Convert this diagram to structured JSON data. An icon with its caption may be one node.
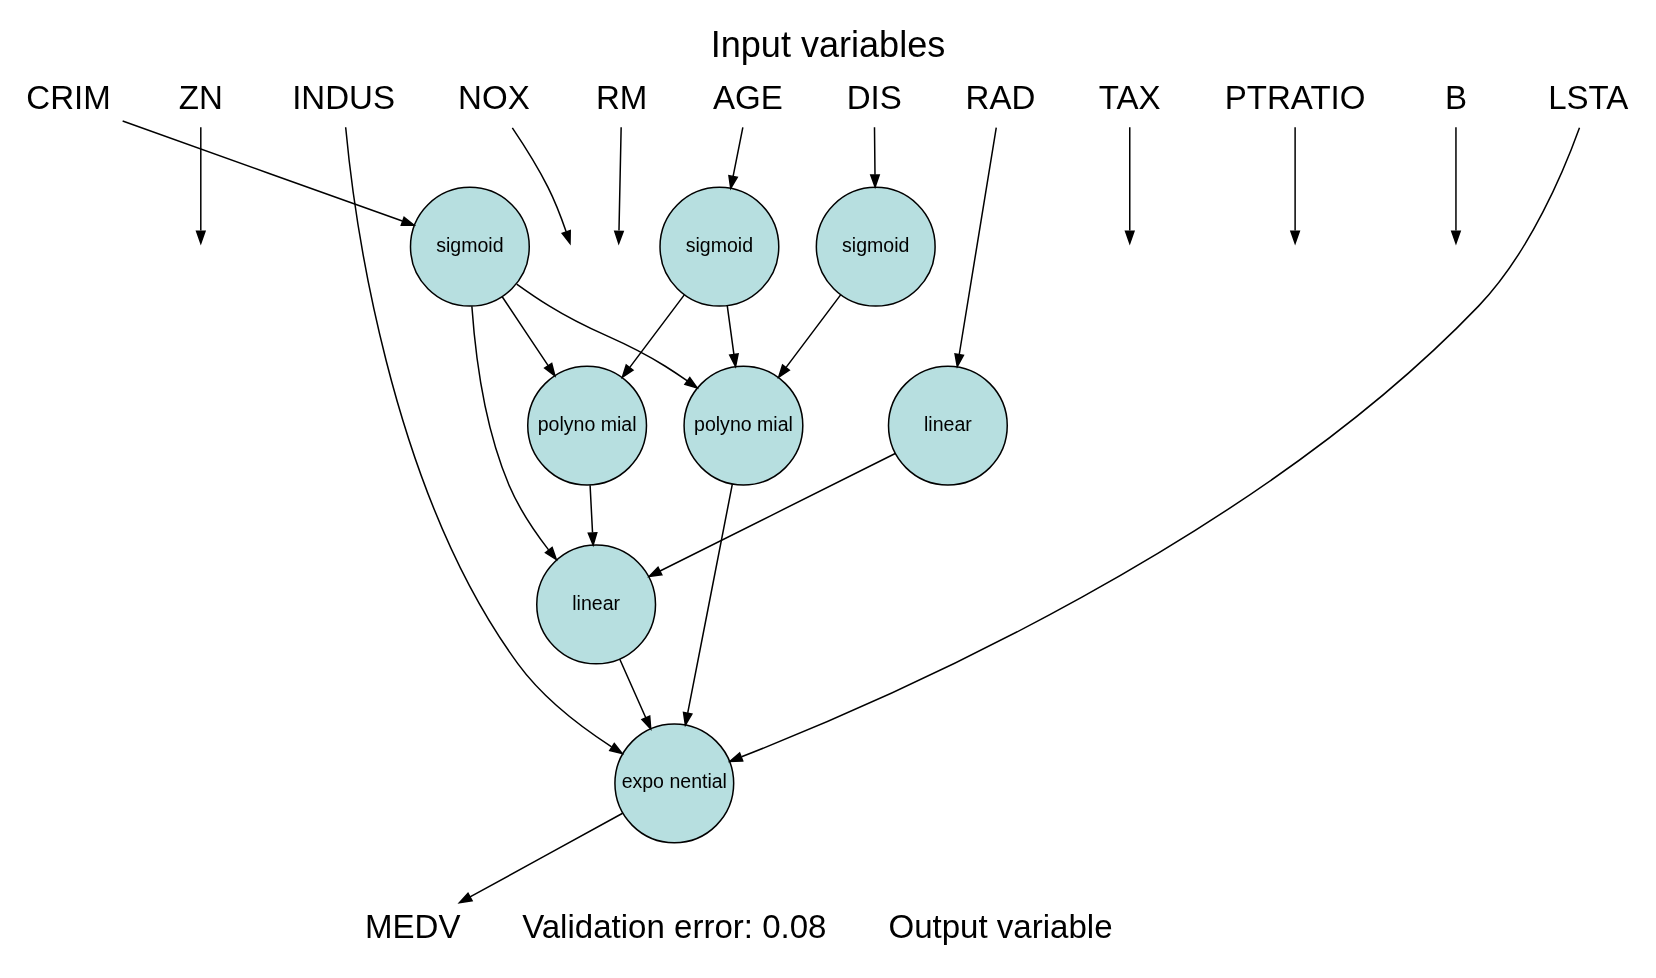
{
  "diagram": {
    "title": "Input variables",
    "nodes": [
      {
        "text": [
          "CRIM"
        ]
      },
      {
        "text": [
          "ZN"
        ]
      },
      {
        "text": [
          "INDUS"
        ]
      },
      {
        "text": [
          "NOX"
        ]
      },
      {
        "text": [
          "RM"
        ]
      },
      {
        "text": [
          "AGE"
        ]
      },
      {
        "text": [
          "DIS"
        ]
      },
      {
        "text": [
          "RAD"
        ]
      },
      {
        "text": [
          "TAX"
        ]
      },
      {
        "text": [
          "PTRATIO"
        ]
      },
      {
        "text": [
          "B"
        ]
      },
      {
        "text": [
          "LSTA"
        ]
      },
      {
        "text": [
          "sigmoid"
        ]
      },
      {
        "text": [
          "sigmoid"
        ]
      },
      {
        "text": [
          "sigmoid"
        ]
      },
      {
        "text": [
          "linear"
        ]
      },
      {
        "text": [
          "polyno mial"
        ]
      },
      {
        "text": [
          "polyno mial"
        ]
      },
      {
        "text": [
          "linear"
        ]
      },
      {
        "text": [
          "expo nential"
        ]
      },
      {
        "text": [
          "MEDV"
        ]
      }
    ],
    "edges": [
      {
        "from": 0,
        "to": 12,
        "arrow": "to"
      },
      {
        "from": 1,
        "to": null,
        "arrow": "to"
      },
      {
        "from": 2,
        "to": 19,
        "arrow": "to"
      },
      {
        "from": 3,
        "to": null,
        "arrow": "to"
      },
      {
        "from": 4,
        "to": null,
        "arrow": "to"
      },
      {
        "from": 5,
        "to": 13,
        "arrow": "to"
      },
      {
        "from": 6,
        "to": 14,
        "arrow": "to"
      },
      {
        "from": 7,
        "to": 15,
        "arrow": "to"
      },
      {
        "from": 8,
        "to": null,
        "arrow": "to"
      },
      {
        "from": 9,
        "to": null,
        "arrow": "to"
      },
      {
        "from": 10,
        "to": null,
        "arrow": "to"
      },
      {
        "from": 11,
        "to": 19,
        "arrow": "to"
      },
      {
        "from": 12,
        "to": 16,
        "arrow": "to"
      },
      {
        "from": 12,
        "to": 17,
        "arrow": "to"
      },
      {
        "from": 12,
        "to": 18,
        "arrow": "to"
      },
      {
        "from": 13,
        "to": 16,
        "arrow": "to"
      },
      {
        "from": 13,
        "to": 17,
        "arrow": "to"
      },
      {
        "from": 14,
        "to": 17,
        "arrow": "to"
      },
      {
        "from": 15,
        "to": 18,
        "arrow": "to"
      },
      {
        "from": 16,
        "to": 18,
        "arrow": "to"
      },
      {
        "from": 17,
        "to": 19,
        "arrow": "to"
      },
      {
        "from": 18,
        "to": 19,
        "arrow": "to"
      },
      {
        "from": 19,
        "to": 20,
        "arrow": "to"
      }
    ],
    "labels": [
      "Validation error: 0.08",
      "Output variable"
    ]
  }
}
